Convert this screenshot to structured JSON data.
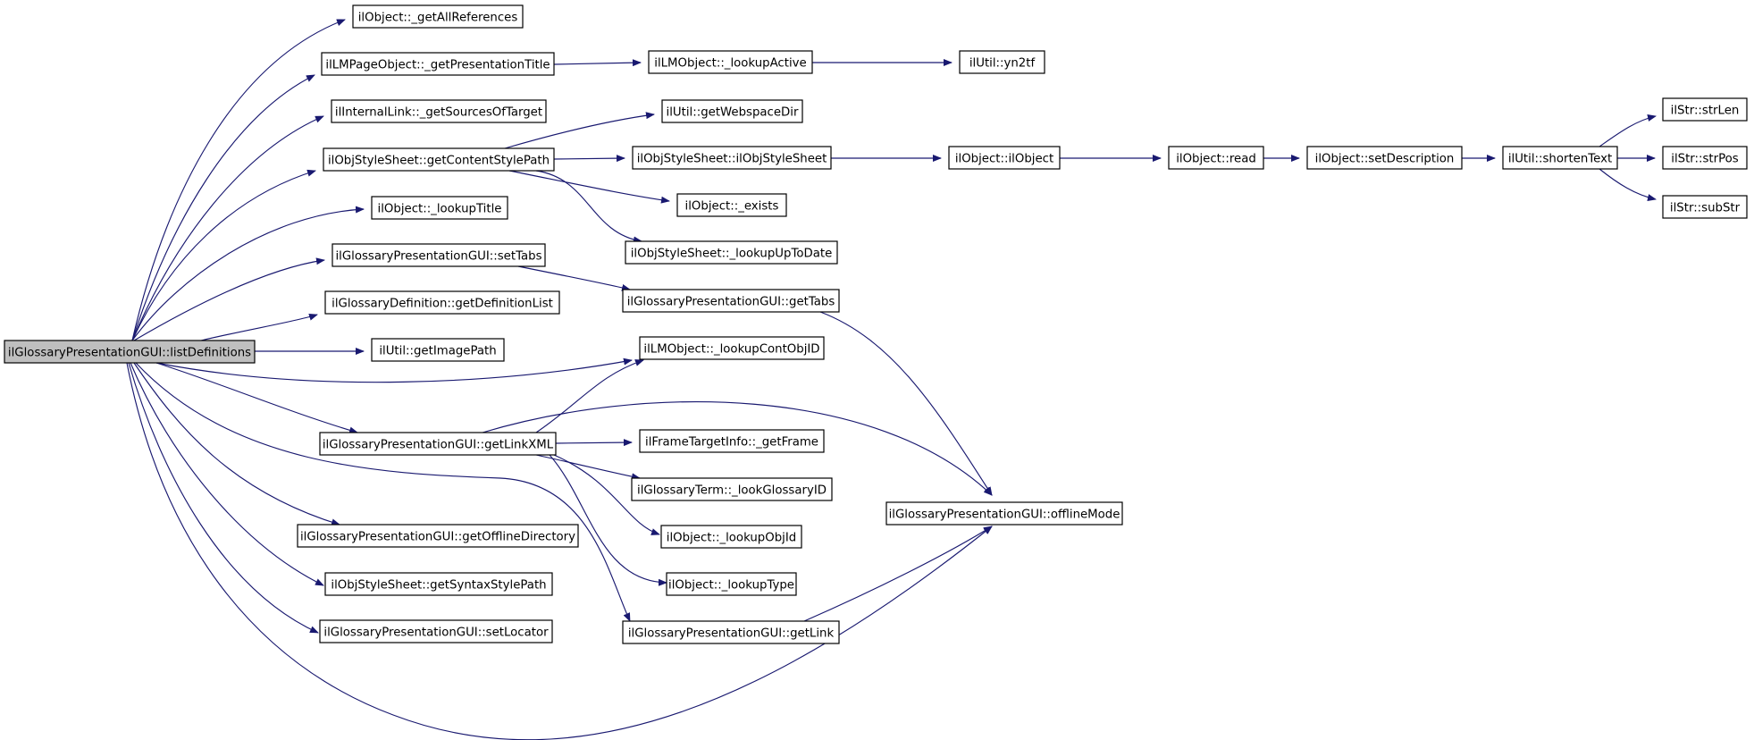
{
  "graph": {
    "root": "listDefinitions",
    "nodes": [
      {
        "id": "listDefinitions",
        "label": "ilGlossaryPresentationGUI::listDefinitions",
        "root": true
      },
      {
        "id": "getAllReferences",
        "label": "ilObject::_getAllReferences"
      },
      {
        "id": "getPresentationTitle",
        "label": "ilLMPageObject::_getPresentationTitle"
      },
      {
        "id": "lookupActive",
        "label": "ilLMObject::_lookupActive"
      },
      {
        "id": "yn2tf",
        "label": "ilUtil::yn2tf"
      },
      {
        "id": "getSourcesOfTarget",
        "label": "ilInternalLink::_getSourcesOfTarget"
      },
      {
        "id": "getContentStylePath",
        "label": "ilObjStyleSheet::getContentStylePath"
      },
      {
        "id": "getWebspaceDir",
        "label": "ilUtil::getWebspaceDir"
      },
      {
        "id": "ilObjStyleSheetCtor",
        "label": "ilObjStyleSheet::ilObjStyleSheet"
      },
      {
        "id": "ilObjectCtor",
        "label": "ilObject::ilObject"
      },
      {
        "id": "read",
        "label": "ilObject::read"
      },
      {
        "id": "setDescription",
        "label": "ilObject::setDescription"
      },
      {
        "id": "shortenText",
        "label": "ilUtil::shortenText"
      },
      {
        "id": "strLen",
        "label": "ilStr::strLen"
      },
      {
        "id": "strPos",
        "label": "ilStr::strPos"
      },
      {
        "id": "subStr",
        "label": "ilStr::subStr"
      },
      {
        "id": "exists",
        "label": "ilObject::_exists"
      },
      {
        "id": "lookupUpToDate",
        "label": "ilObjStyleSheet::_lookupUpToDate"
      },
      {
        "id": "lookupTitle",
        "label": "ilObject::_lookupTitle"
      },
      {
        "id": "setTabs",
        "label": "ilGlossaryPresentationGUI::setTabs"
      },
      {
        "id": "getTabs",
        "label": "ilGlossaryPresentationGUI::getTabs"
      },
      {
        "id": "getDefinitionList",
        "label": "ilGlossaryDefinition::getDefinitionList"
      },
      {
        "id": "getImagePath",
        "label": "ilUtil::getImagePath"
      },
      {
        "id": "lookupContObjID",
        "label": "ilLMObject::_lookupContObjID"
      },
      {
        "id": "getLinkXML",
        "label": "ilGlossaryPresentationGUI::getLinkXML"
      },
      {
        "id": "getFrame",
        "label": "ilFrameTargetInfo::_getFrame"
      },
      {
        "id": "lookGlossaryID",
        "label": "ilGlossaryTerm::_lookGlossaryID"
      },
      {
        "id": "offlineMode",
        "label": "ilGlossaryPresentationGUI::offlineMode"
      },
      {
        "id": "lookupObjId",
        "label": "ilObject::_lookupObjId"
      },
      {
        "id": "lookupType",
        "label": "ilObject::_lookupType"
      },
      {
        "id": "getOfflineDirectory",
        "label": "ilGlossaryPresentationGUI::getOfflineDirectory"
      },
      {
        "id": "getSyntaxStylePath",
        "label": "ilObjStyleSheet::getSyntaxStylePath"
      },
      {
        "id": "setLocator",
        "label": "ilGlossaryPresentationGUI::setLocator"
      },
      {
        "id": "getLink",
        "label": "ilGlossaryPresentationGUI::getLink"
      }
    ],
    "edges": [
      [
        "listDefinitions",
        "getAllReferences"
      ],
      [
        "listDefinitions",
        "getPresentationTitle"
      ],
      [
        "listDefinitions",
        "getSourcesOfTarget"
      ],
      [
        "listDefinitions",
        "getContentStylePath"
      ],
      [
        "listDefinitions",
        "lookupTitle"
      ],
      [
        "listDefinitions",
        "setTabs"
      ],
      [
        "listDefinitions",
        "getDefinitionList"
      ],
      [
        "listDefinitions",
        "getImagePath"
      ],
      [
        "listDefinitions",
        "lookupContObjID"
      ],
      [
        "listDefinitions",
        "getLinkXML"
      ],
      [
        "listDefinitions",
        "getOfflineDirectory"
      ],
      [
        "listDefinitions",
        "getSyntaxStylePath"
      ],
      [
        "listDefinitions",
        "setLocator"
      ],
      [
        "listDefinitions",
        "getLink"
      ],
      [
        "listDefinitions",
        "offlineMode"
      ],
      [
        "getPresentationTitle",
        "lookupActive"
      ],
      [
        "lookupActive",
        "yn2tf"
      ],
      [
        "getContentStylePath",
        "getWebspaceDir"
      ],
      [
        "getContentStylePath",
        "ilObjStyleSheetCtor"
      ],
      [
        "getContentStylePath",
        "exists"
      ],
      [
        "getContentStylePath",
        "lookupUpToDate"
      ],
      [
        "ilObjStyleSheetCtor",
        "ilObjectCtor"
      ],
      [
        "ilObjectCtor",
        "read"
      ],
      [
        "read",
        "setDescription"
      ],
      [
        "setDescription",
        "shortenText"
      ],
      [
        "shortenText",
        "strLen"
      ],
      [
        "shortenText",
        "strPos"
      ],
      [
        "shortenText",
        "subStr"
      ],
      [
        "setTabs",
        "getTabs"
      ],
      [
        "getTabs",
        "offlineMode"
      ],
      [
        "getLinkXML",
        "lookupContObjID"
      ],
      [
        "getLinkXML",
        "offlineMode"
      ],
      [
        "getLinkXML",
        "getFrame"
      ],
      [
        "getLinkXML",
        "lookGlossaryID"
      ],
      [
        "getLinkXML",
        "lookupObjId"
      ],
      [
        "getLinkXML",
        "lookupType"
      ],
      [
        "getLink",
        "offlineMode"
      ]
    ]
  }
}
